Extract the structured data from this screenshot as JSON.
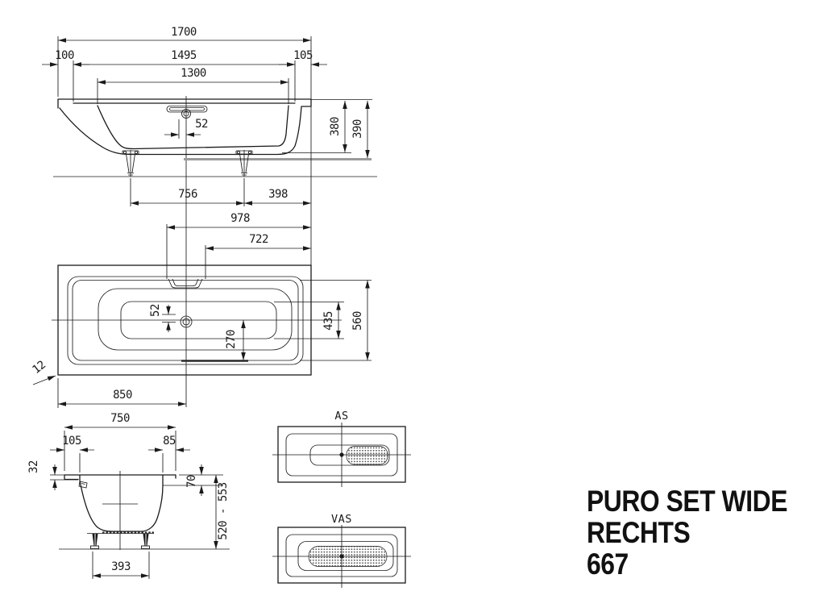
{
  "title": {
    "line1": "PURO SET WIDE",
    "line2": "RECHTS",
    "line3": "667"
  },
  "views": {
    "side_elevation": {
      "dims": {
        "d1700": "1700",
        "d100": "100",
        "d1495": "1495",
        "d105": "105",
        "d1300": "1300",
        "d52": "52",
        "d380": "380",
        "d390": "390",
        "d756": "756",
        "d398": "398",
        "d978": "978",
        "d722": "722"
      }
    },
    "plan": {
      "dims": {
        "d850": "850",
        "d52": "52",
        "d270": "270",
        "d435": "435",
        "d560": "560",
        "d12": "12"
      }
    },
    "end_section": {
      "dims": {
        "d750": "750",
        "d105": "105",
        "d85": "85",
        "d32": "32",
        "d70": "70",
        "d520_553": "520 - 553",
        "d393": "393"
      }
    },
    "antislip": {
      "as_label": "AS",
      "vas_label": "VAS"
    }
  },
  "colors": {
    "line": "#1a1a1a",
    "support_gray": "#9b9b9b",
    "background": "#ffffff",
    "text": "#111111"
  }
}
